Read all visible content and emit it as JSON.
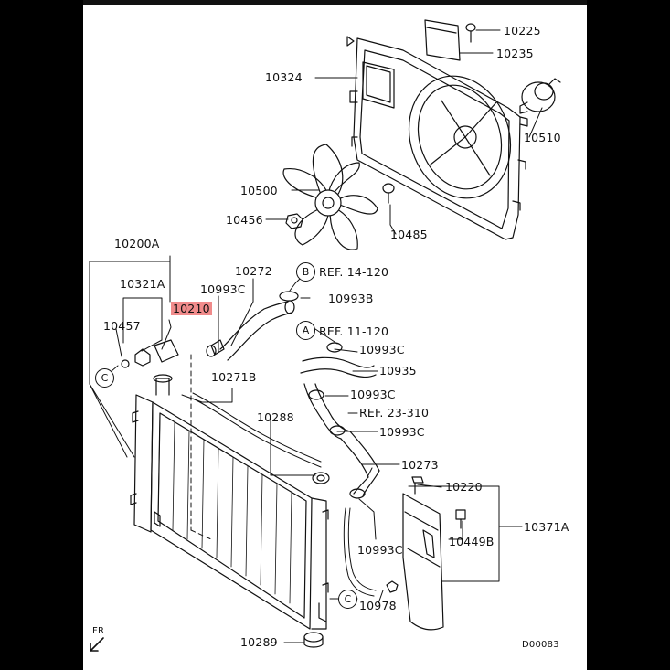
{
  "parts": {
    "p10225": "10225",
    "p10235": "10235",
    "p10324": "10324",
    "p10510": "10510",
    "p10500": "10500",
    "p10456": "10456",
    "p10485": "10485",
    "p10200a": "10200A",
    "p10321a": "10321A",
    "p10210": "10210",
    "p10457": "10457",
    "p10993c_a": "10993C",
    "p10272": "10272",
    "p10993b": "10993B",
    "p10993c_b": "10993C",
    "p10935": "10935",
    "p10993c_c": "10993C",
    "p10993c_d": "10993C",
    "p10271b": "10271B",
    "p10288": "10288",
    "p10273": "10273",
    "p10220": "10220",
    "p10371a": "10371A",
    "p10449b": "10449B",
    "p10993c_e": "10993C",
    "p10978": "10978",
    "p10289": "10289"
  },
  "references": {
    "ref_b": "REF. 14-120",
    "ref_a": "REF. 11-120",
    "ref_23": "REF. 23-310"
  },
  "callouts": {
    "b": "B",
    "a": "A",
    "c_left": "C",
    "c_bottom": "C"
  },
  "direction": "FR",
  "diagram_code": "D00083",
  "highlight_color": "#f08b8b"
}
